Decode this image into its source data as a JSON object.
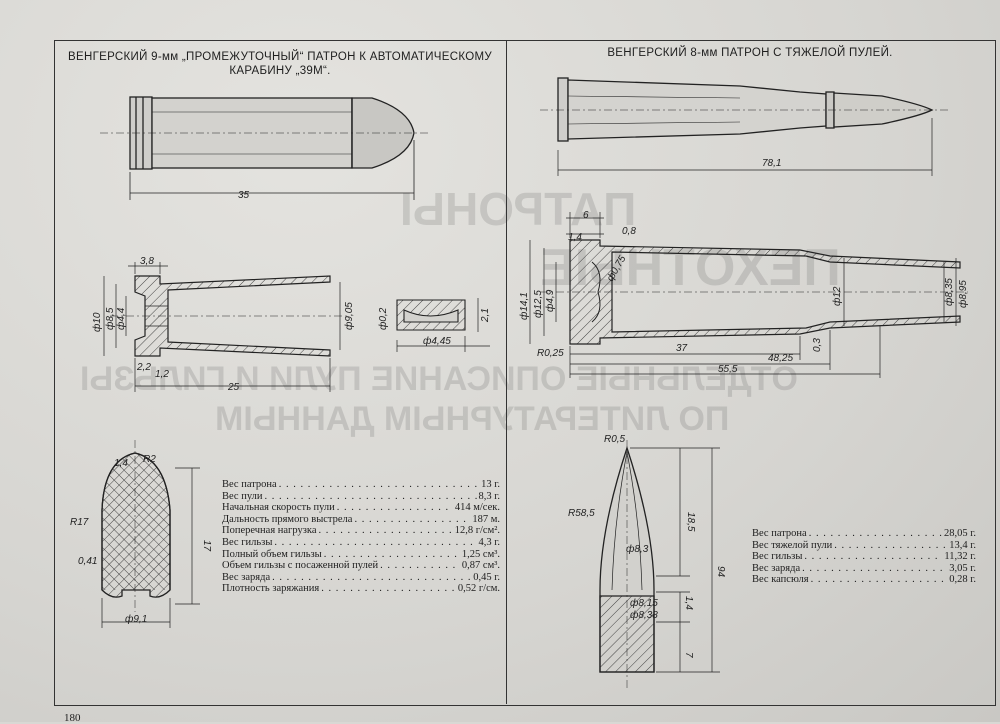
{
  "left": {
    "title_line1": "ВЕНГЕРСКИЙ 9-мм „ПРОМЕЖУТОЧНЫЙ“ ПАТРОН К АВТОМАТИЧЕСКОМУ",
    "title_line2": "КАРАБИНУ „39М“.",
    "dims": {
      "length_total": "35",
      "case_length": "25",
      "rim": "3,8",
      "d10": "ф10",
      "d85": "ф8,5",
      "d44": "ф4,4",
      "d905": "ф9,05",
      "d22": "2,2",
      "d12": "1,2",
      "primer_d": "ф4,45",
      "primer_h1": "ф0,2",
      "primer_h2": "2,1",
      "bullet_r2": "R2",
      "bullet_14": "1,4",
      "bullet_r17": "R17",
      "bullet_041": "0,41",
      "bullet_d": "ф9,1",
      "bullet_len": "17"
    },
    "specs": [
      {
        "label": "Вес патрона",
        "value": "13 г."
      },
      {
        "label": "Вес пули",
        "value": "8,3 г."
      },
      {
        "label": "Начальная скорость пули",
        "value": "414 м/сек."
      },
      {
        "label": "Дальность прямого выстрела",
        "value": "187 м."
      },
      {
        "label": "Поперечная нагрузка",
        "value": "12,8 г/см²."
      },
      {
        "label": "Вес гильзы",
        "value": "4,3 г."
      },
      {
        "label": "Полный объем гильзы",
        "value": "1,25 см³."
      },
      {
        "label": "Объем гильзы с посаженной пулей",
        "value": "0,87 см³."
      },
      {
        "label": "Вес заряда",
        "value": "0,45 г."
      },
      {
        "label": "Плотность заряжания",
        "value": "0,52 г/см."
      }
    ]
  },
  "right": {
    "title": "ВЕНГЕРСКИЙ 8-мм ПАТРОН С ТЯЖЕЛОЙ ПУЛЕЙ.",
    "dims": {
      "overall": "78,1",
      "d6": "6",
      "d14": "1,4",
      "d08": "0,8",
      "d141": "ф14,1",
      "d125": "ф12,5",
      "d149": "ф4,9",
      "d075": "ф0,75",
      "d12": "ф12",
      "d835": "ф8,35",
      "d895": "ф8,95",
      "d37": "37",
      "d4825": "48,25",
      "d555": "55,5",
      "d025": "R0,25",
      "d03": "0,3",
      "r05": "R0,5",
      "r585": "R58,5",
      "b185": "18,5",
      "b94": "94",
      "b83": "ф8,3",
      "b815": "ф8,15",
      "b838": "ф8,38",
      "b7": "7",
      "b14": "1,4"
    },
    "specs": [
      {
        "label": "Вес патрона",
        "value": "28,05 г."
      },
      {
        "label": "Вес тяжелой пули",
        "value": "13,4 г."
      },
      {
        "label": "Вес гильзы",
        "value": "11,32 г."
      },
      {
        "label": "Вес заряда",
        "value": "3,05 г."
      },
      {
        "label": "Вес капсюля",
        "value": "0,28 г."
      }
    ]
  },
  "ghost_text": {
    "line1": "ПАТРОНЫ",
    "line2": "ПЕХОТНЫЕ",
    "line3": "ОТДЕЛЬНЫЕ ОПИСАНИЕ ПУЛИ И ГИЛЬЗЫ",
    "line4": "ПО ЛИТЕРАТУРНЫМ ДАННЫМ"
  },
  "page_number": "180"
}
